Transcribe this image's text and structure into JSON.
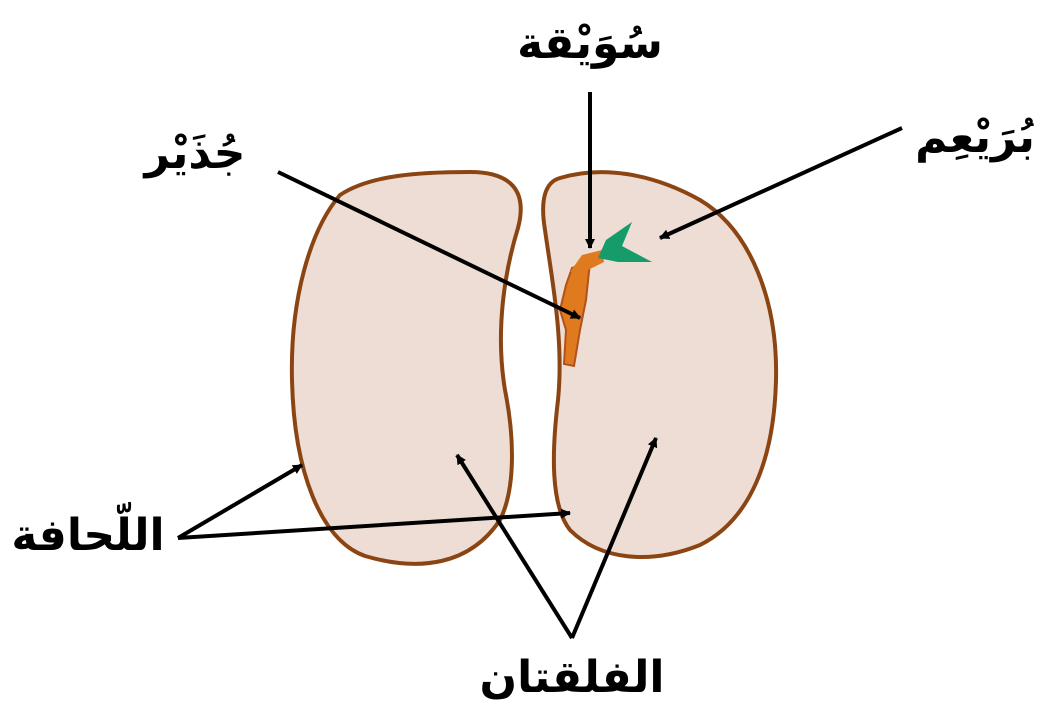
{
  "labels": {
    "hypocotyl": "سُوَيْقة",
    "radicle": "جُذَيْر",
    "plumule": "بُرَيْعِم",
    "seed_coat": "اللّحافة",
    "cotyledons": "الفلقتان"
  },
  "colors": {
    "seed_fill": "#EEDDD5",
    "seed_outline": "#8B4513",
    "embryo_orange": "#E07A1F",
    "embryo_dark": "#B0521A",
    "leaf_green": "#169B6B",
    "arrow": "#000000",
    "background": "#FFFFFF"
  }
}
